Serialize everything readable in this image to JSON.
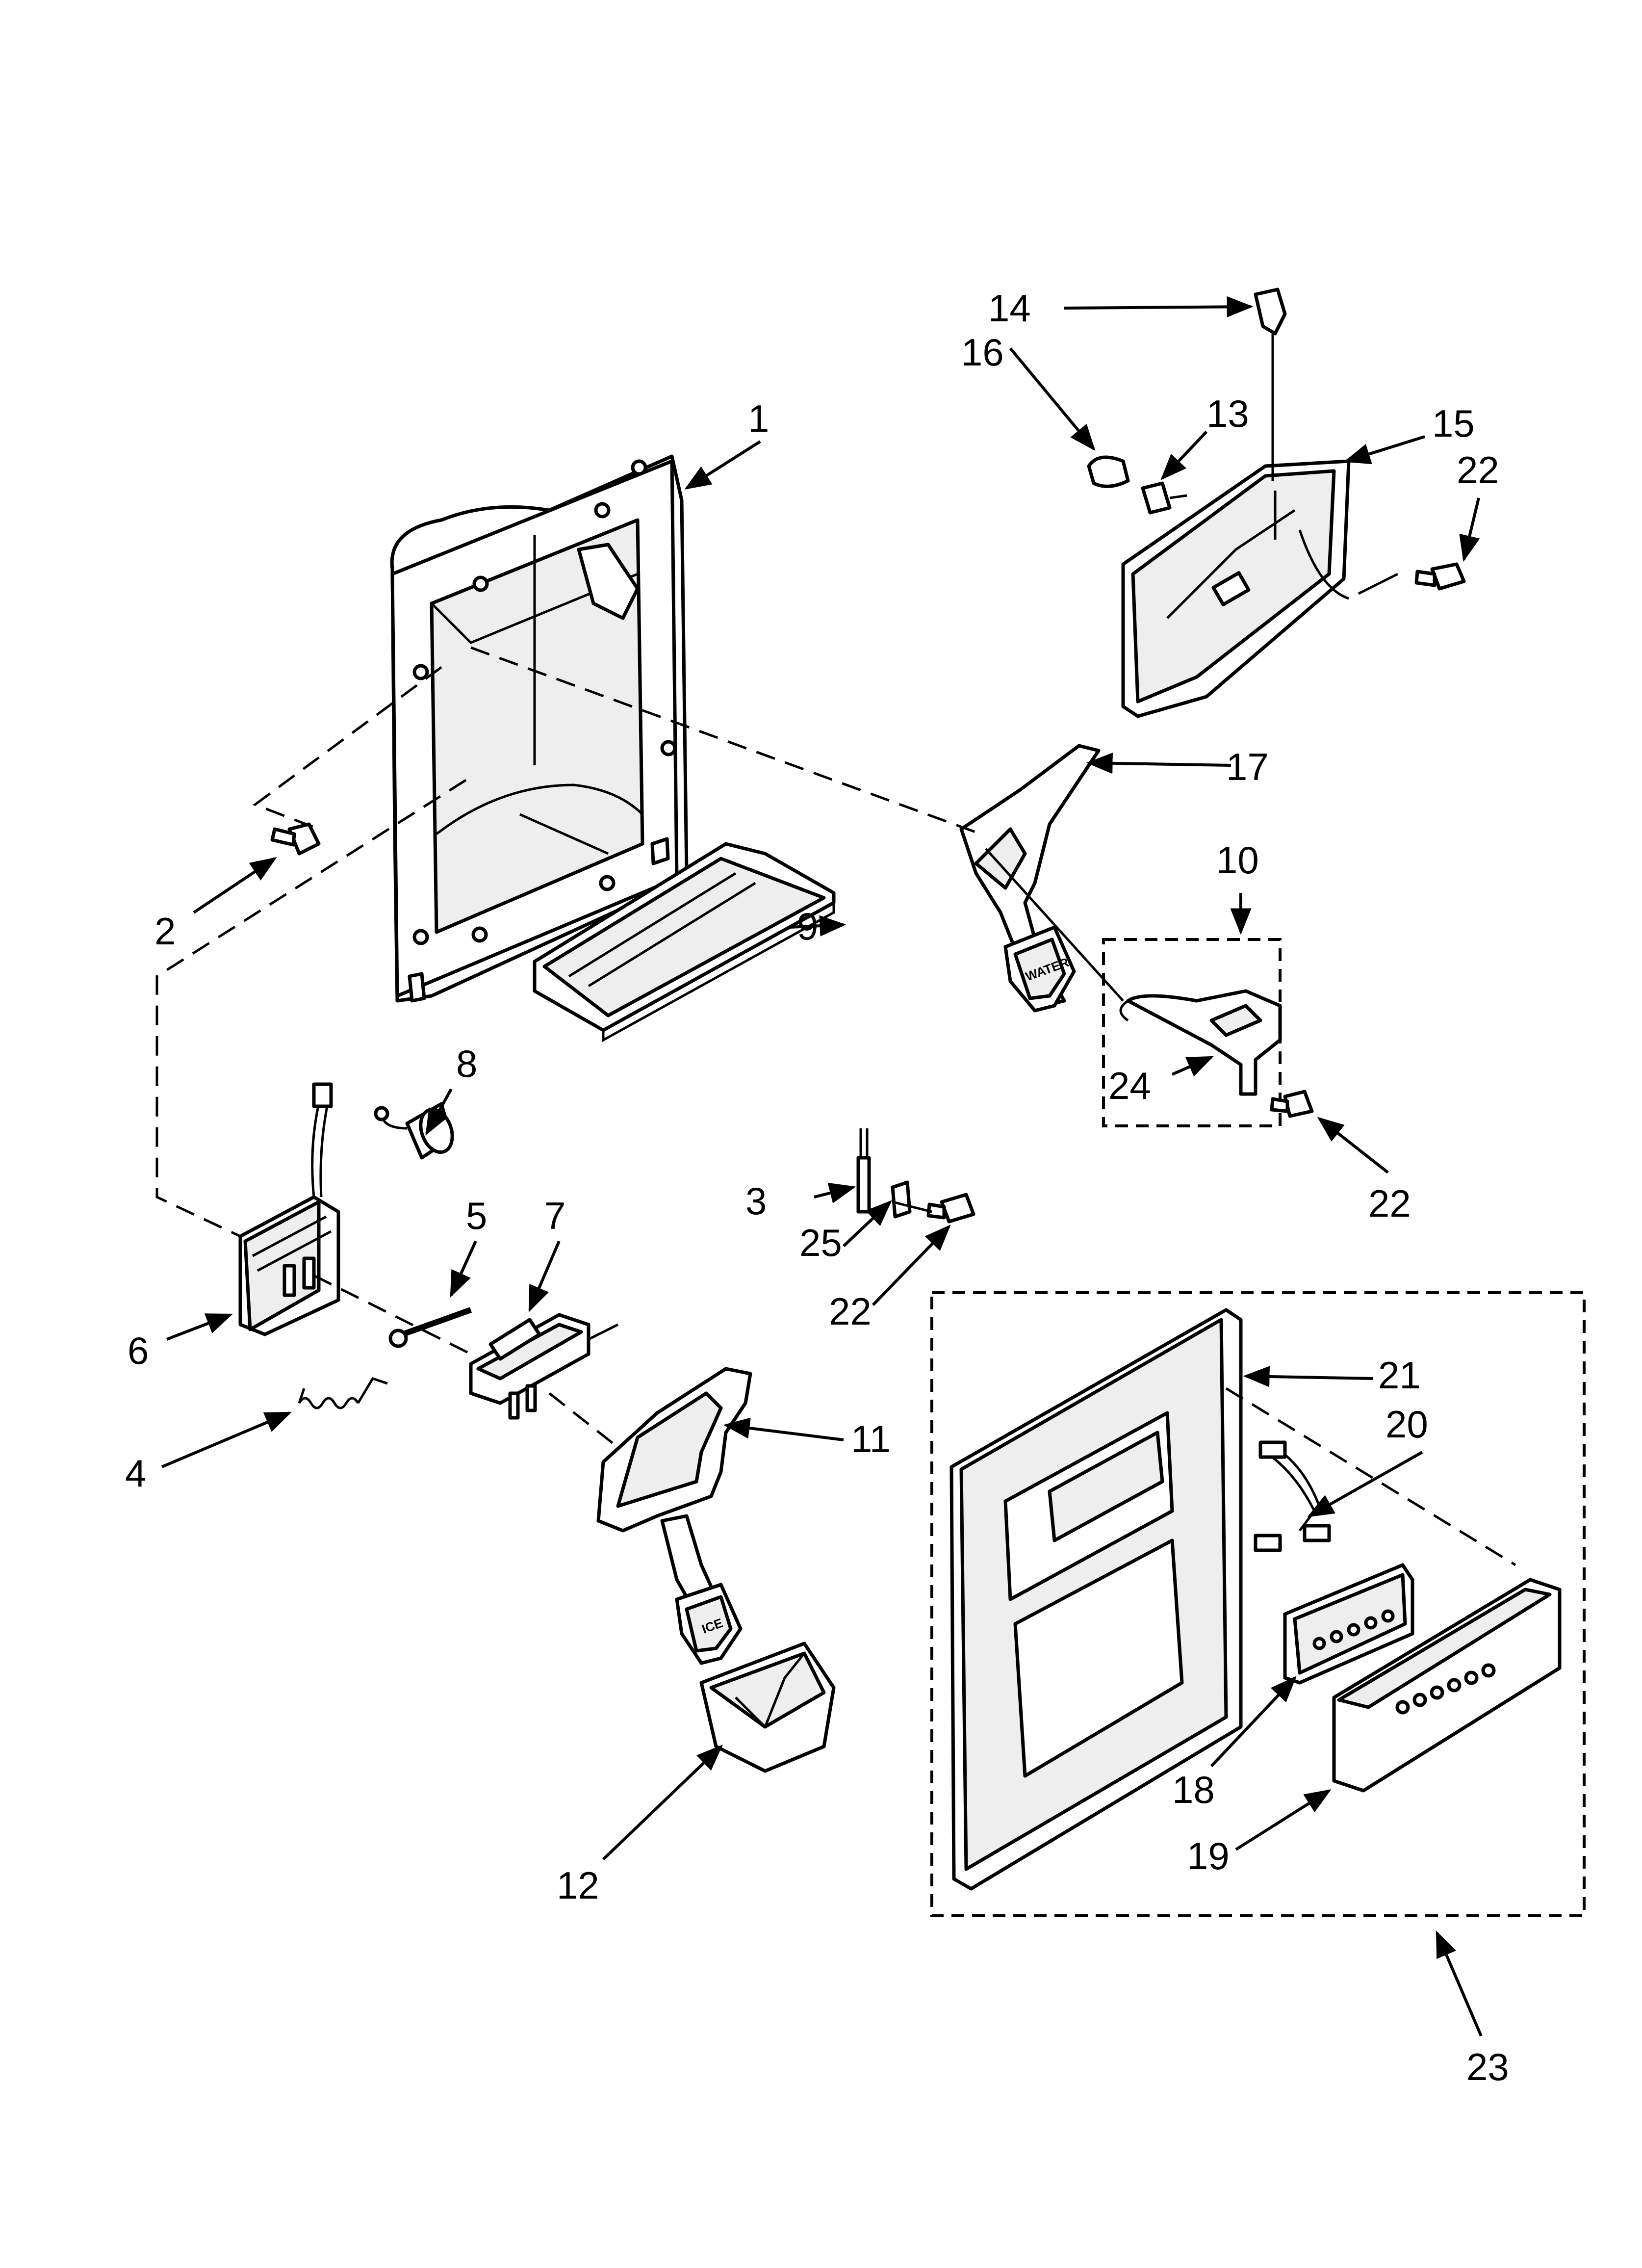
{
  "callouts": {
    "c1": "1",
    "c2": "2",
    "c3": "3",
    "c4": "4",
    "c5": "5",
    "c6": "6",
    "c7": "7",
    "c8": "8",
    "c9": "9",
    "c10": "10",
    "c11": "11",
    "c12": "12",
    "c13": "13",
    "c14": "14",
    "c15": "15",
    "c16": "16",
    "c17": "17",
    "c18": "18",
    "c19": "19",
    "c20": "20",
    "c21": "21",
    "c22a": "22",
    "c22b": "22",
    "c22c": "22",
    "c23": "23",
    "c24": "24",
    "c25": "25"
  },
  "pad_labels": {
    "water": "WATER",
    "ice": "ICE"
  },
  "colors": {
    "ink": "#000000",
    "background": "#ffffff"
  }
}
